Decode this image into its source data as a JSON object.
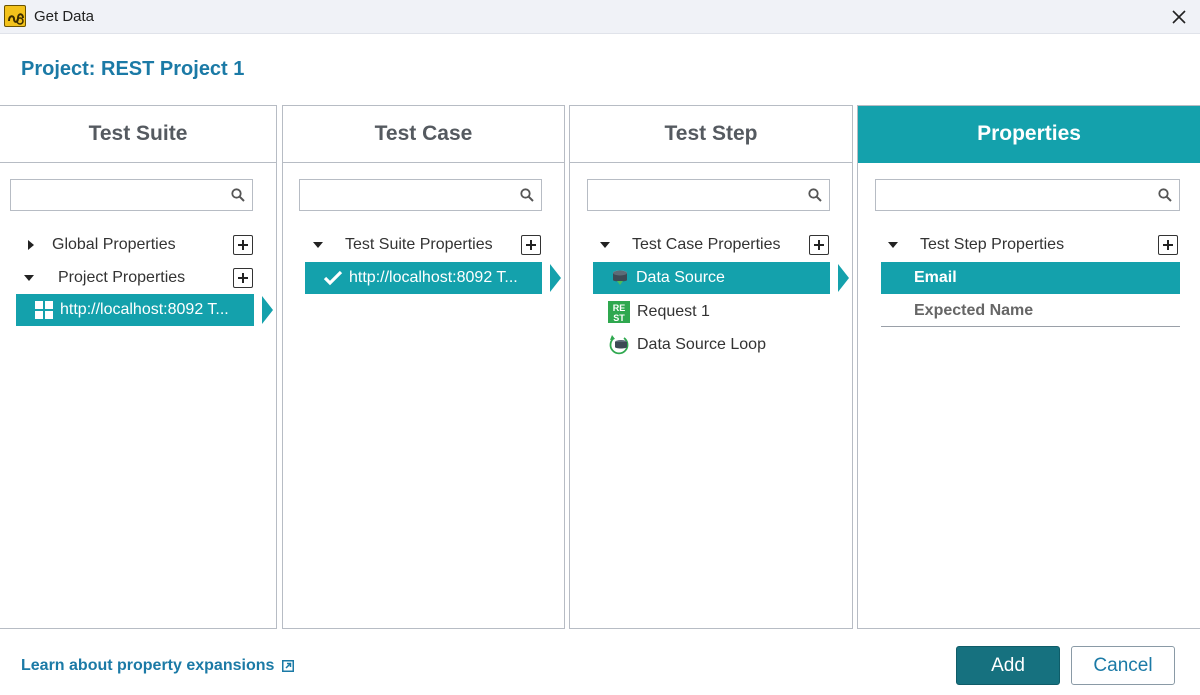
{
  "window": {
    "title": "Get Data",
    "app_icon": "soapui-icon",
    "close_icon": "close-icon"
  },
  "project_title": "Project: REST Project 1",
  "columns": {
    "test_suite": {
      "header": "Test Suite",
      "search_placeholder": "",
      "items": [
        {
          "label": "Global Properties",
          "expanded": false
        },
        {
          "label": "Project Properties",
          "expanded": true
        }
      ],
      "selected": "http://localhost:8092 T..."
    },
    "test_case": {
      "header": "Test Case",
      "search_placeholder": "",
      "items": [
        {
          "label": "Test Suite Properties",
          "expanded": true
        }
      ],
      "selected": "http://localhost:8092 T..."
    },
    "test_step": {
      "header": "Test Step",
      "search_placeholder": "",
      "items": [
        {
          "label": "Test Case Properties",
          "expanded": true
        }
      ],
      "selected": "Data Source",
      "steps": [
        "Request 1",
        "Data Source Loop"
      ]
    },
    "properties": {
      "header": "Properties",
      "search_placeholder": "",
      "items": [
        {
          "label": "Test Step Properties",
          "expanded": true
        }
      ],
      "selected": "Email",
      "other": [
        "Expected Name"
      ]
    }
  },
  "footer": {
    "learn_link": "Learn about property expansions",
    "add_label": "Add",
    "cancel_label": "Cancel"
  },
  "colors": {
    "accent": "#14a1ac",
    "link": "#1b7aa6",
    "add_button": "#16717f"
  }
}
